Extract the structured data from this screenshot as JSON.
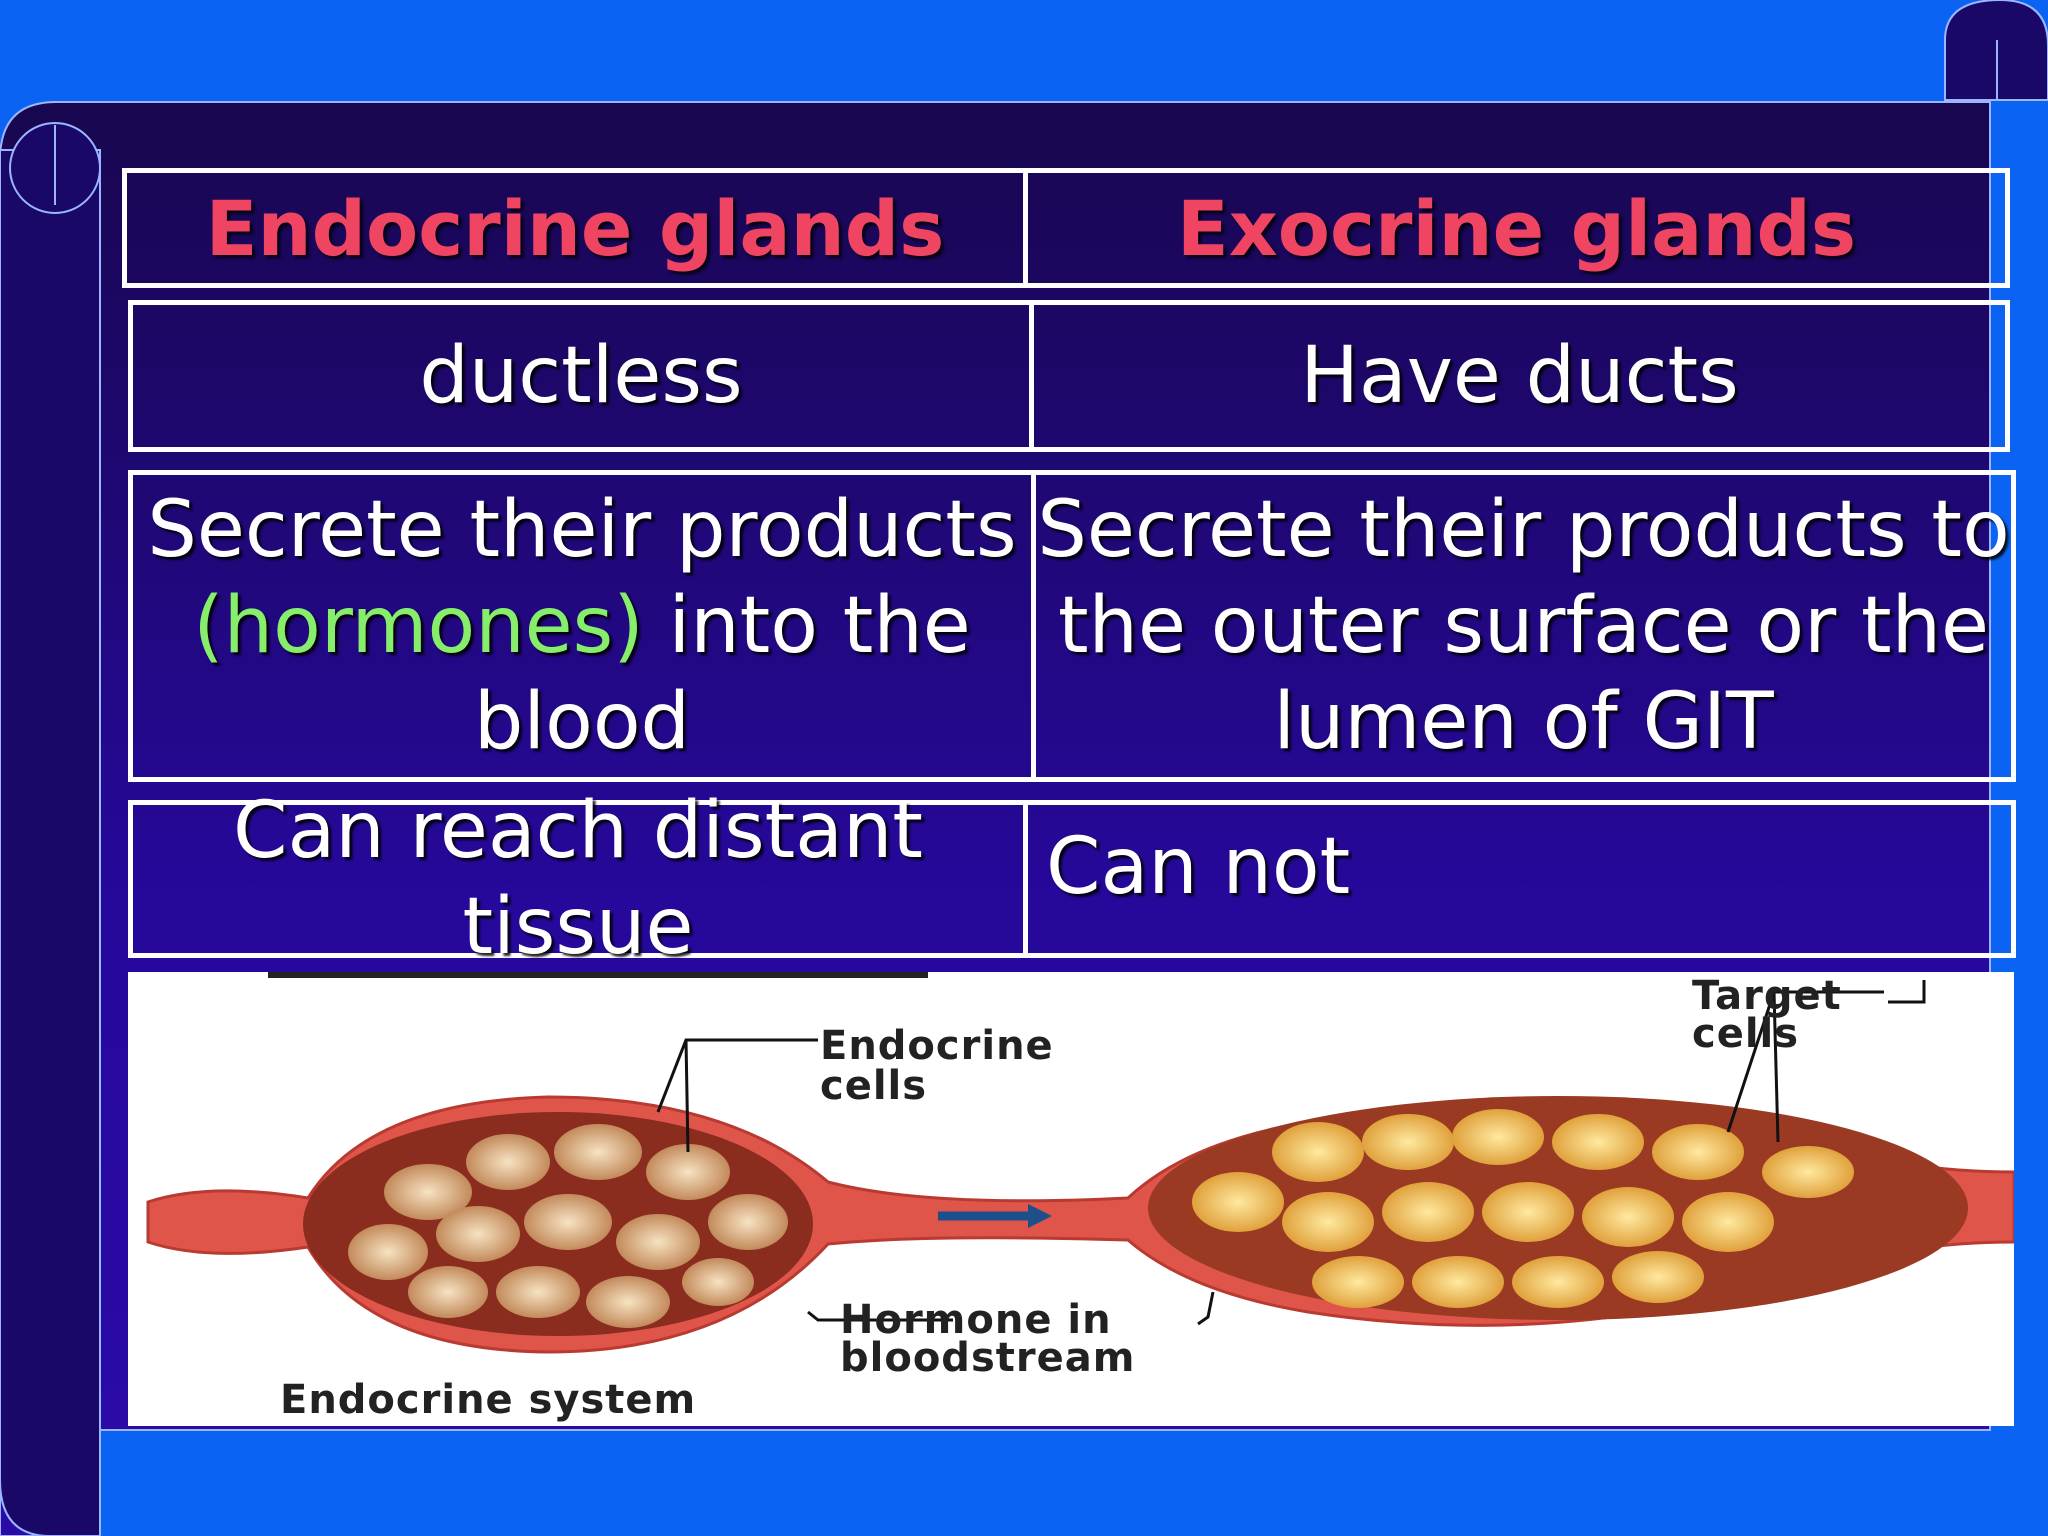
{
  "table": {
    "header": {
      "left": "Endocrine glands",
      "right": "Exocrine glands"
    },
    "row1": {
      "left": "ductless",
      "right": "Have ducts"
    },
    "row2": {
      "left_a": "Secrete their products",
      "left_b_hl": "(hormones)",
      "left_b_rest": " into the",
      "left_c": "blood",
      "right_a": "Secrete their products to",
      "right_b": "the outer surface or the",
      "right_c": "lumen of GIT"
    },
    "row3": {
      "left": "Can reach distant tissue",
      "right": "Can not"
    }
  },
  "diagram": {
    "label_endocrine_cells_1": "Endocrine",
    "label_endocrine_cells_2": "cells",
    "label_target_cells_1": "Target",
    "label_target_cells_2": "cells",
    "label_hormone_1": "Hormone in",
    "label_hormone_2": "bloodstream",
    "label_system": "Endocrine system"
  },
  "colors": {
    "header_text": "#ef4562",
    "highlight": "#86ee6b",
    "slide_bg": "#1e0a7a",
    "frame_blue": "#0a63f3"
  }
}
